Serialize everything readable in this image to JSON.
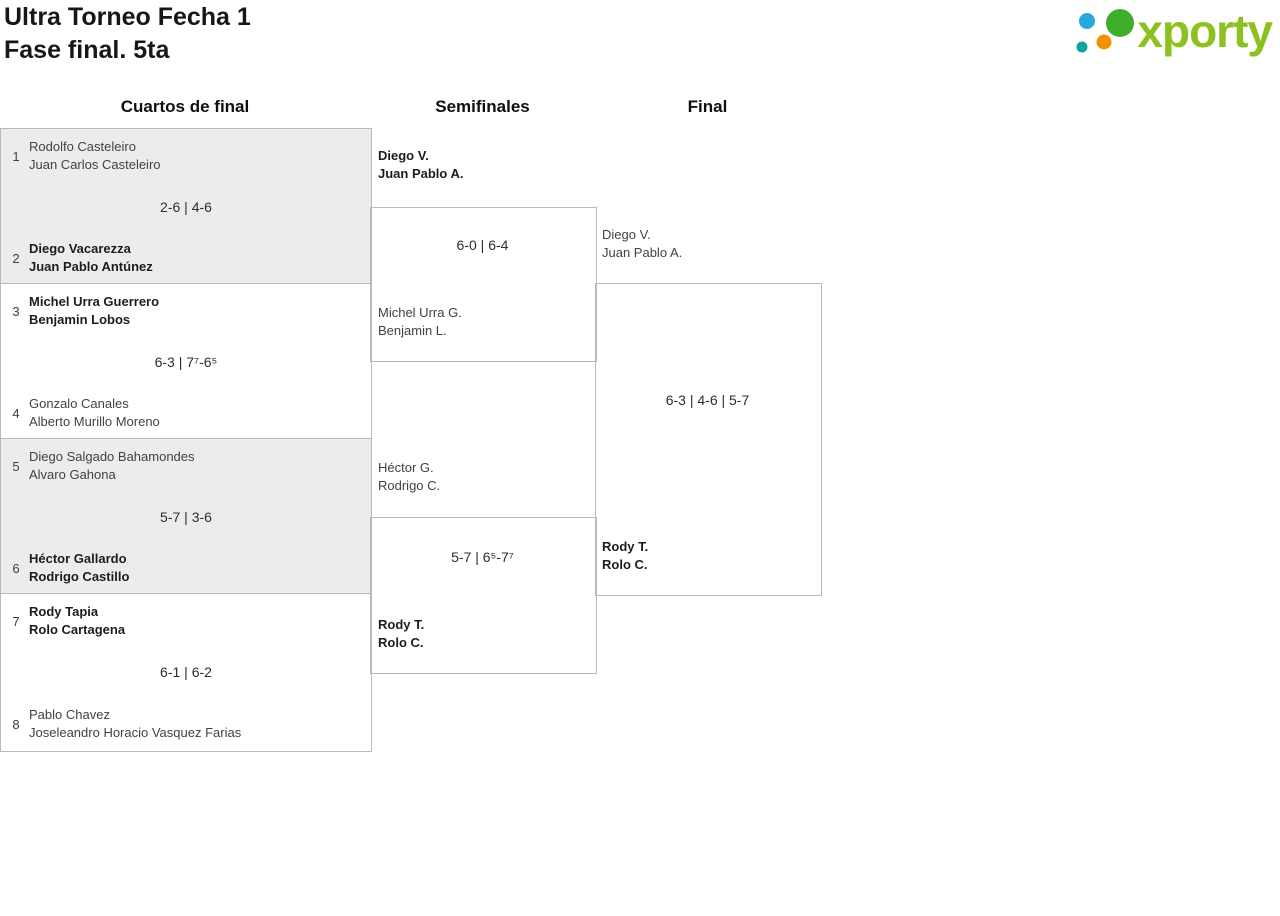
{
  "header": {
    "title_line1": "Ultra Torneo Fecha 1",
    "title_line2": "Fase final. 5ta"
  },
  "logo": {
    "text": "xporty",
    "text_color": "#8cc11f",
    "dot_blue": "#29a8e0",
    "dot_green": "#3fae2a",
    "dot_orange": "#f19104",
    "dot_teal": "#11a29b"
  },
  "round_headers": {
    "quarterfinals": "Cuartos de final",
    "semifinals": "Semifinales",
    "final": "Final"
  },
  "quarterfinals": {
    "match1": {
      "seed_top": "1",
      "top_player1": "Rodolfo Casteleiro",
      "top_player2": "Juan Carlos Casteleiro",
      "score": "2-6 | 4-6",
      "seed_bottom": "2",
      "bottom_player1": "Diego Vacarezza",
      "bottom_player2": "Juan Pablo Antúnez"
    },
    "match2": {
      "seed_top": "3",
      "top_player1": "Michel Urra Guerrero",
      "top_player2": "Benjamin Lobos",
      "score": "6-3 | 7⁷-6⁵",
      "seed_bottom": "4",
      "bottom_player1": "Gonzalo Canales",
      "bottom_player2": "Alberto Murillo Moreno"
    },
    "match3": {
      "seed_top": "5",
      "top_player1": "Diego Salgado Bahamondes",
      "top_player2": "Alvaro Gahona",
      "score": "5-7 | 3-6",
      "seed_bottom": "6",
      "bottom_player1": "Héctor Gallardo",
      "bottom_player2": "Rodrigo Castillo"
    },
    "match4": {
      "seed_top": "7",
      "top_player1": "Rody Tapia",
      "top_player2": "Rolo Cartagena",
      "score": "6-1 | 6-2",
      "seed_bottom": "8",
      "bottom_player1": "Pablo Chavez",
      "bottom_player2": "Joseleandro Horacio Vasquez Farias"
    }
  },
  "semifinals": {
    "match1": {
      "top_player1": "Diego V.",
      "top_player2": "Juan Pablo A.",
      "score": "6-0 | 6-4",
      "bottom_player1": "Michel Urra G.",
      "bottom_player2": "Benjamin L."
    },
    "match2": {
      "top_player1": "Héctor G.",
      "top_player2": "Rodrigo C.",
      "score": "5-7 | 6⁵-7⁷",
      "bottom_player1": "Rody T.",
      "bottom_player2": "Rolo C."
    }
  },
  "final": {
    "top_player1": "Diego V.",
    "top_player2": "Juan Pablo A.",
    "score": "6-3 | 4-6 | 5-7",
    "bottom_player1": "Rody T.",
    "bottom_player2": "Rolo C."
  }
}
